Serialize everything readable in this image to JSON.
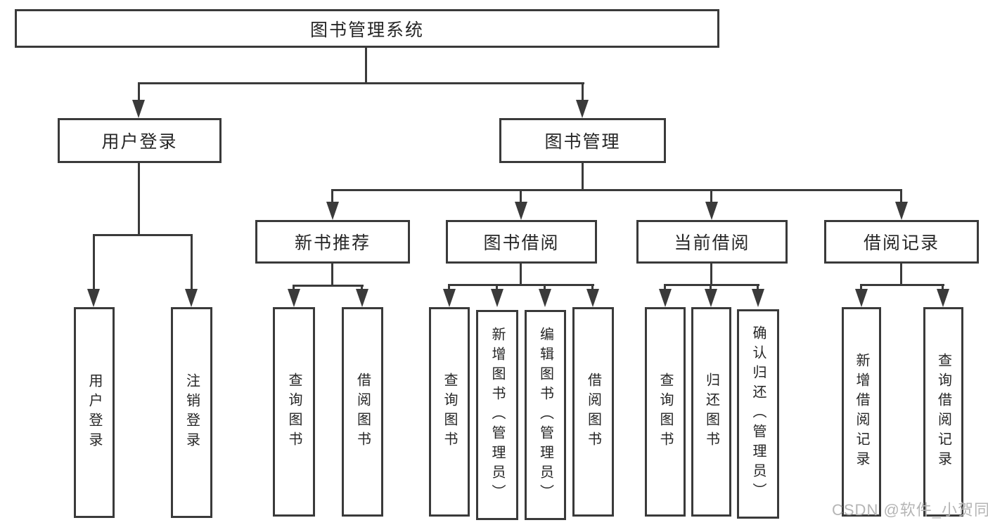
{
  "colors": {
    "line": "#3a3a3a",
    "text": "#262626",
    "bg": "#ffffff",
    "watermark": "#b5b5b5"
  },
  "tree": {
    "root": {
      "label": "图书管理系统",
      "children": [
        {
          "label": "用户登录",
          "children": [
            {
              "label": "用户登录"
            },
            {
              "label": "注销登录"
            }
          ]
        },
        {
          "label": "图书管理",
          "children": [
            {
              "label": "新书推荐",
              "children": [
                {
                  "label": "查询图书"
                },
                {
                  "label": "借阅图书"
                }
              ]
            },
            {
              "label": "图书借阅",
              "children": [
                {
                  "label": "查询图书"
                },
                {
                  "label": "新增图书（管理员）"
                },
                {
                  "label": "编辑图书（管理员）"
                },
                {
                  "label": "借阅图书"
                }
              ]
            },
            {
              "label": "当前借阅",
              "children": [
                {
                  "label": "查询图书"
                },
                {
                  "label": "归还图书"
                },
                {
                  "label": "确认归还（管理员）"
                }
              ]
            },
            {
              "label": "借阅记录",
              "children": [
                {
                  "label": "新增借阅记录"
                },
                {
                  "label": "查询借阅记录"
                }
              ]
            }
          ]
        }
      ]
    }
  },
  "watermark": {
    "text": "CSDN @软件_小贺同学"
  }
}
